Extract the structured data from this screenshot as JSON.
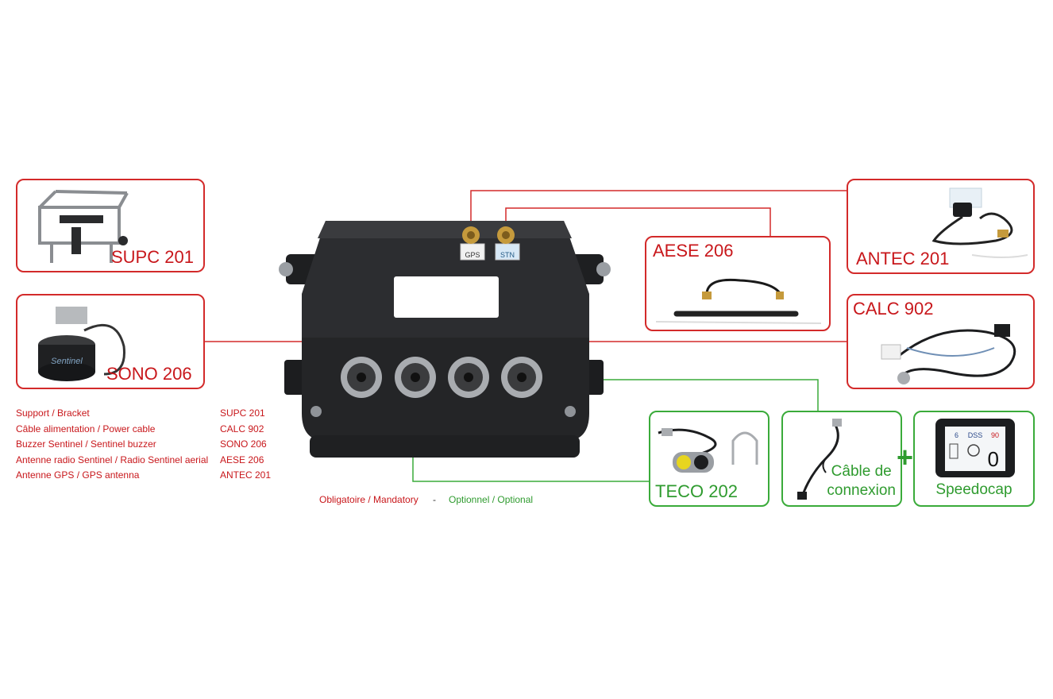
{
  "colors": {
    "mandatory": "#c8171b",
    "optional": "#2f9b2f",
    "device_body": "#2a2b2d"
  },
  "device": {
    "ports": {
      "gps_label": "GPS",
      "stn_label": "STN"
    }
  },
  "components": {
    "supc": {
      "label": "SUPC 201",
      "type": "mandatory"
    },
    "sono": {
      "label": "SONO 206",
      "type": "mandatory"
    },
    "aese": {
      "label": "AESE 206",
      "type": "mandatory"
    },
    "antec": {
      "label": "ANTEC 201",
      "type": "mandatory"
    },
    "calc": {
      "label": "CALC 902",
      "type": "mandatory"
    },
    "teco": {
      "label": "TECO 202",
      "type": "optional"
    },
    "cable": {
      "label_line1": "Câble de",
      "label_line2": "connexion",
      "type": "optional"
    },
    "speedo": {
      "label": "Speedocap",
      "type": "optional"
    }
  },
  "legend": [
    {
      "desc": "Support / Bracket",
      "code": "SUPC 201"
    },
    {
      "desc": "Câble alimentation / Power cable",
      "code": "CALC 902"
    },
    {
      "desc": "Buzzer Sentinel / Sentinel buzzer",
      "code": "SONO 206"
    },
    {
      "desc": "Antenne radio Sentinel / Radio Sentinel aerial",
      "code": "AESE 206"
    },
    {
      "desc": "Antenne GPS / GPS antenna",
      "code": "ANTEC 201"
    }
  ],
  "footnote": {
    "mandatory": "Obligatoire / Mandatory",
    "separator": "-",
    "optional": "Optionnel / Optional"
  },
  "plus_sign": "+",
  "speedocap_screen": {
    "left_value": "6",
    "title": "DSS",
    "right_value": "90",
    "big_value": "0"
  },
  "buzzer_brand": "Sentinel"
}
